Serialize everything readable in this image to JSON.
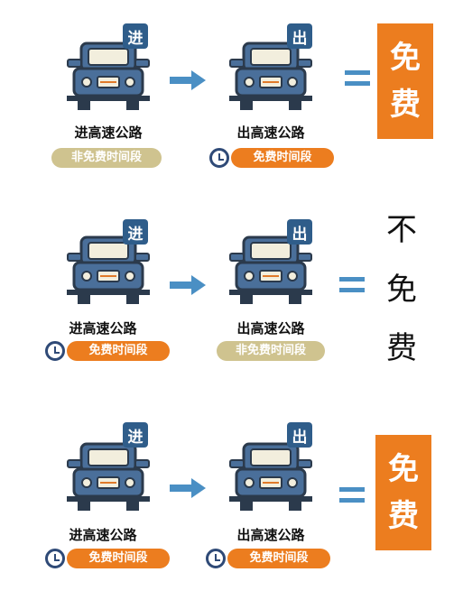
{
  "rows": [
    {
      "entry": {
        "badge": "进",
        "label": "进高速公路",
        "period": "非免费时间段",
        "free": false
      },
      "exit": {
        "badge": "出",
        "label": "出高速公路",
        "period": "免费时间段",
        "free": true
      },
      "result": [
        "免",
        "费"
      ],
      "result_free": true
    },
    {
      "entry": {
        "badge": "进",
        "label": "进高速公路",
        "period": "免费时间段",
        "free": true
      },
      "exit": {
        "badge": "出",
        "label": "出高速公路",
        "period": "非免费时间段",
        "free": false
      },
      "result": [
        "不",
        "免",
        "费"
      ],
      "result_free": false
    },
    {
      "entry": {
        "badge": "进",
        "label": "进高速公路",
        "period": "免费时间段",
        "free": true
      },
      "exit": {
        "badge": "出",
        "label": "出高速公路",
        "period": "免费时间段",
        "free": true
      },
      "result": [
        "免",
        "费"
      ],
      "result_free": true
    }
  ],
  "colors": {
    "car_body": "#4a6f9a",
    "outline": "#2b3a4c",
    "badge": "#2f5d8a",
    "free_orange": "#ec7d1f",
    "nonfree_tan": "#cfc38f",
    "arrow": "#4a8fc4"
  }
}
